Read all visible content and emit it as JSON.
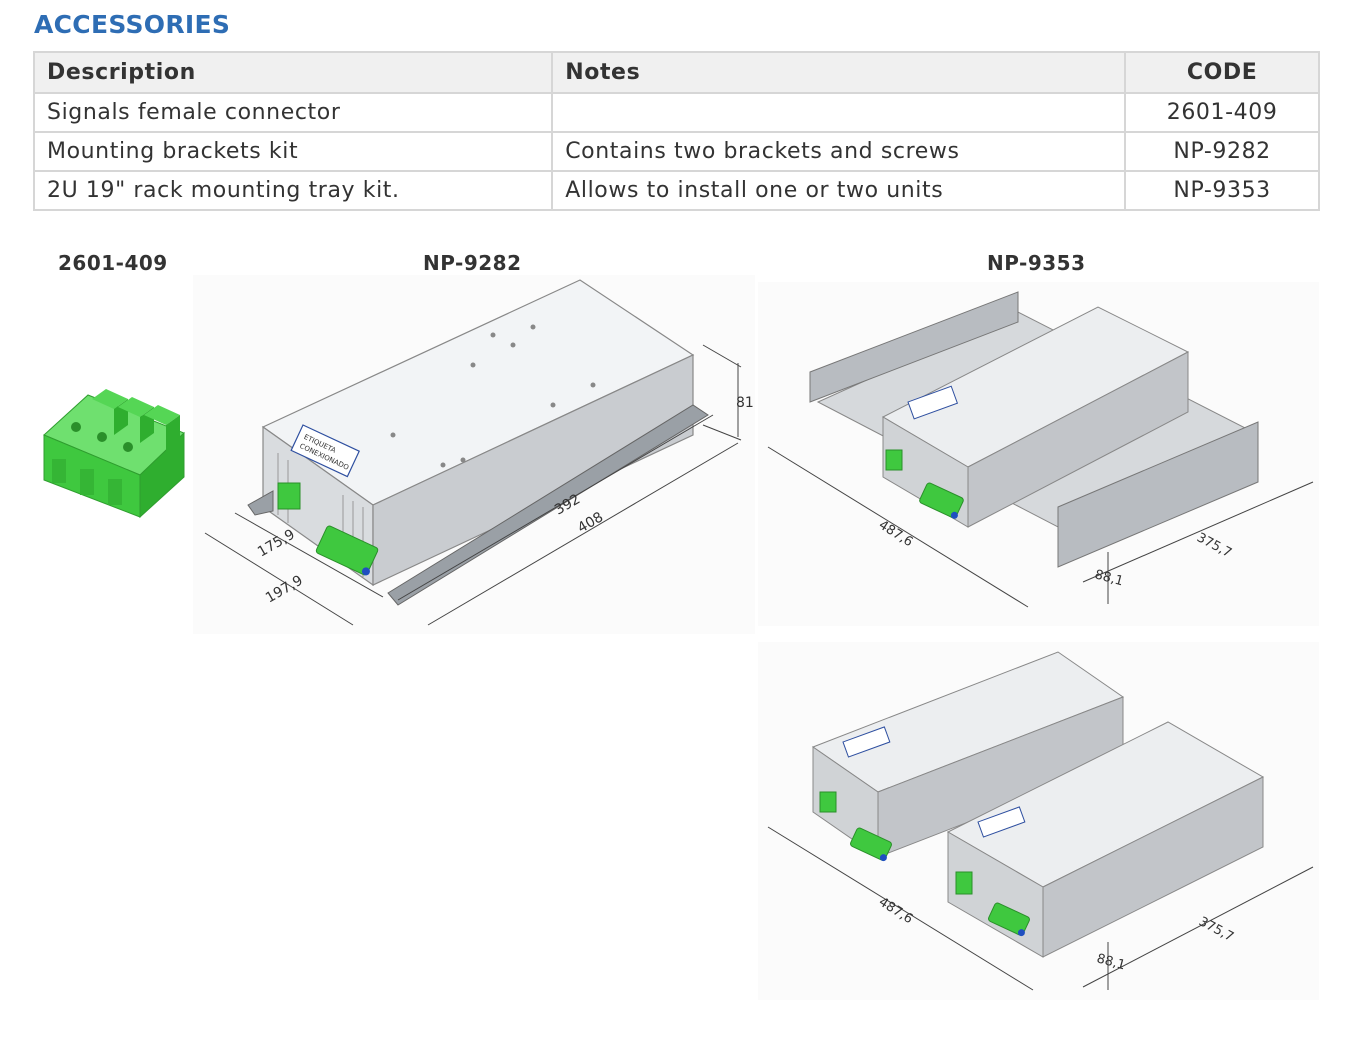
{
  "section_title": "ACCESSORIES",
  "table": {
    "headers": [
      "Description",
      "Notes",
      "CODE"
    ],
    "rows": [
      [
        "Signals female connector",
        "",
        "2601-409"
      ],
      [
        "Mounting brackets kit",
        "Contains two brackets and screws",
        "NP-9282"
      ],
      [
        "2U 19\" rack mounting tray kit.",
        "Allows to install one or two units",
        "NP-9353"
      ]
    ]
  },
  "figures": {
    "connector_label": "2601-409",
    "brackets_label": "NP-9282",
    "tray_label": "NP-9353",
    "brackets_dims": {
      "height": "81",
      "length_inner": "392",
      "length_outer": "408",
      "width_inner": "175,9",
      "width_outer": "197,9"
    },
    "tray_dims": {
      "depth": "487,6",
      "width": "375,7",
      "height": "88,1"
    },
    "unit_label_line1": "ETIQUETA",
    "unit_label_line2": "CONEXIONADO"
  },
  "colors": {
    "title": "#2e6db4",
    "table_border": "#d6d6d6",
    "header_bg": "#f0f0f0",
    "connector_green": "#3fc83f"
  }
}
